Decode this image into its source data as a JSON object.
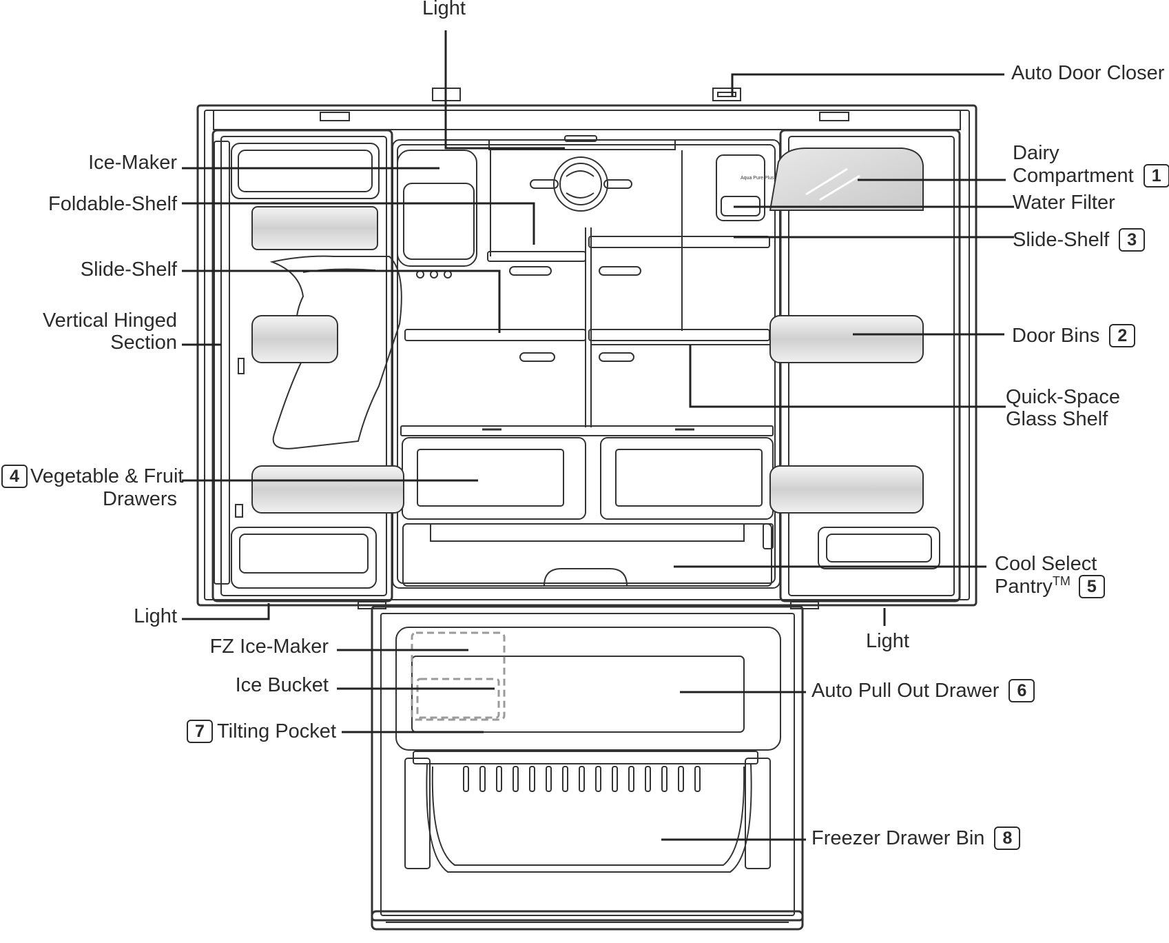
{
  "labels": {
    "light_top": "Light",
    "auto_door_closer": "Auto Door Closer",
    "ice_maker": "Ice-Maker",
    "dairy_line1": "Dairy",
    "dairy_line2": "Compartment",
    "dairy_badge": "1",
    "foldable_shelf": "Foldable-Shelf",
    "water_filter": "Water Filter",
    "slide_shelf_right": "Slide-Shelf",
    "slide_shelf_right_badge": "3",
    "slide_shelf_left": "Slide-Shelf",
    "vertical_line1": "Vertical Hinged",
    "vertical_line2": "Section",
    "door_bins": "Door Bins",
    "door_bins_badge": "2",
    "quick_line1": "Quick-Space",
    "quick_line2": "Glass Shelf",
    "veg_badge": "4",
    "veg_line1": "Vegetable & Fruit",
    "veg_line2": "Drawers",
    "cool_line1": "Cool Select",
    "cool_line2": "Pantry",
    "cool_tm": "TM",
    "cool_badge": "5",
    "light_left": "Light",
    "light_right": "Light",
    "fz_ice_maker": "FZ Ice-Maker",
    "ice_bucket": "Ice Bucket",
    "auto_pull": "Auto Pull Out Drawer",
    "auto_pull_badge": "6",
    "tilting_badge": "7",
    "tilting_pocket": "Tilting Pocket",
    "freezer_bin": "Freezer Drawer Bin",
    "freezer_bin_badge": "8"
  },
  "filter_brand": "Aqua Pure Plus",
  "colors": {
    "ink": "#2b2b2b",
    "line": "#333333",
    "shade": "#d6d6d6",
    "dash": "#9a9a9a"
  }
}
